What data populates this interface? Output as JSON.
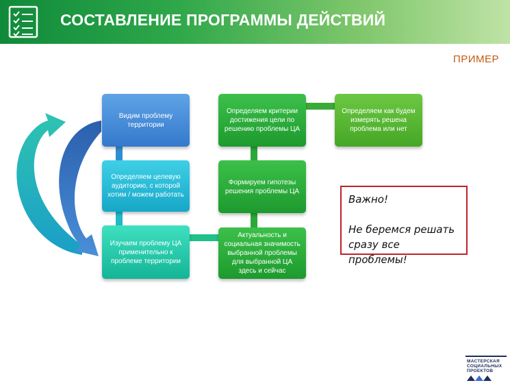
{
  "header": {
    "title": "СОСТАВЛЕНИЕ ПРОГРАММЫ ДЕЙСТВИЙ",
    "icon": "checklist-icon",
    "gradient": [
      "#0f8a3a",
      "#bfe3a6"
    ]
  },
  "example_label": "ПРИМЕР",
  "steps": {
    "see_problem": "Видим проблему территории",
    "define_audience": "Определяем целевую аудиторию, с которой хотим / можем работать",
    "study_problem": "Изучаем проблему ЦА применительно к проблеме территории",
    "relevance": "Актуальность и социальная значимость выбранной проблемы для выбранной ЦА здесь и сейчас",
    "hypotheses": "Формируем гипотезы решения проблемы ЦА",
    "criteria": "Определяем критерии достижения цели по решению проблемы ЦА",
    "measure": "Определяем как будем измерять решена проблема или нет"
  },
  "note": {
    "title": "Важно!",
    "text": "Не беремся решать сразу все проблемы!",
    "border_color": "#c0202a"
  },
  "logo": {
    "lines": [
      "МАСТЕРСКАЯ",
      "СОЦИАЛЬНЫХ",
      "ПРОЕКТОВ"
    ]
  }
}
